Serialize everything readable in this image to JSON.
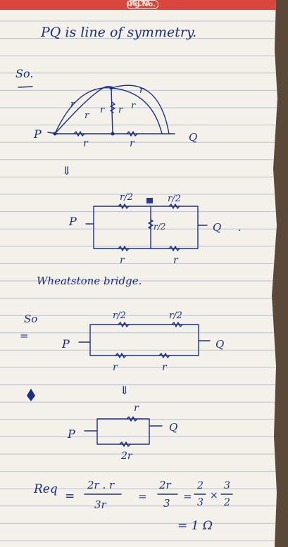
{
  "header": {
    "brand": "DELTA",
    "page_label": "Pg No."
  },
  "note": {
    "title": "PQ is line of symmetry.",
    "step1": {
      "so": "So."
    },
    "diagram1": {
      "P": "P",
      "Q": "Q",
      "r": "r"
    },
    "arrow": "⇓",
    "diagram2": {
      "P": "P",
      "Q": "Q",
      "r": "r",
      "r_half": "r/2"
    },
    "wheatstone": "Wheatstone bridge.",
    "step2": {
      "so": "So",
      "eq": "="
    },
    "diagram3": {
      "P": "P",
      "Q": "Q",
      "r": "r",
      "r_half": "r/2"
    },
    "diagram4": {
      "P": "P",
      "Q": "Q",
      "r": "r",
      "two_r": "2r"
    },
    "formula": {
      "req": "Req",
      "eq": "=",
      "num1": "2r . r",
      "den1": "3r",
      "num2": "2r",
      "den2": "3",
      "num3": "2",
      "den3": "3",
      "times": "×",
      "num4": "3",
      "den4": "2",
      "result": "= 1 Ω"
    }
  }
}
